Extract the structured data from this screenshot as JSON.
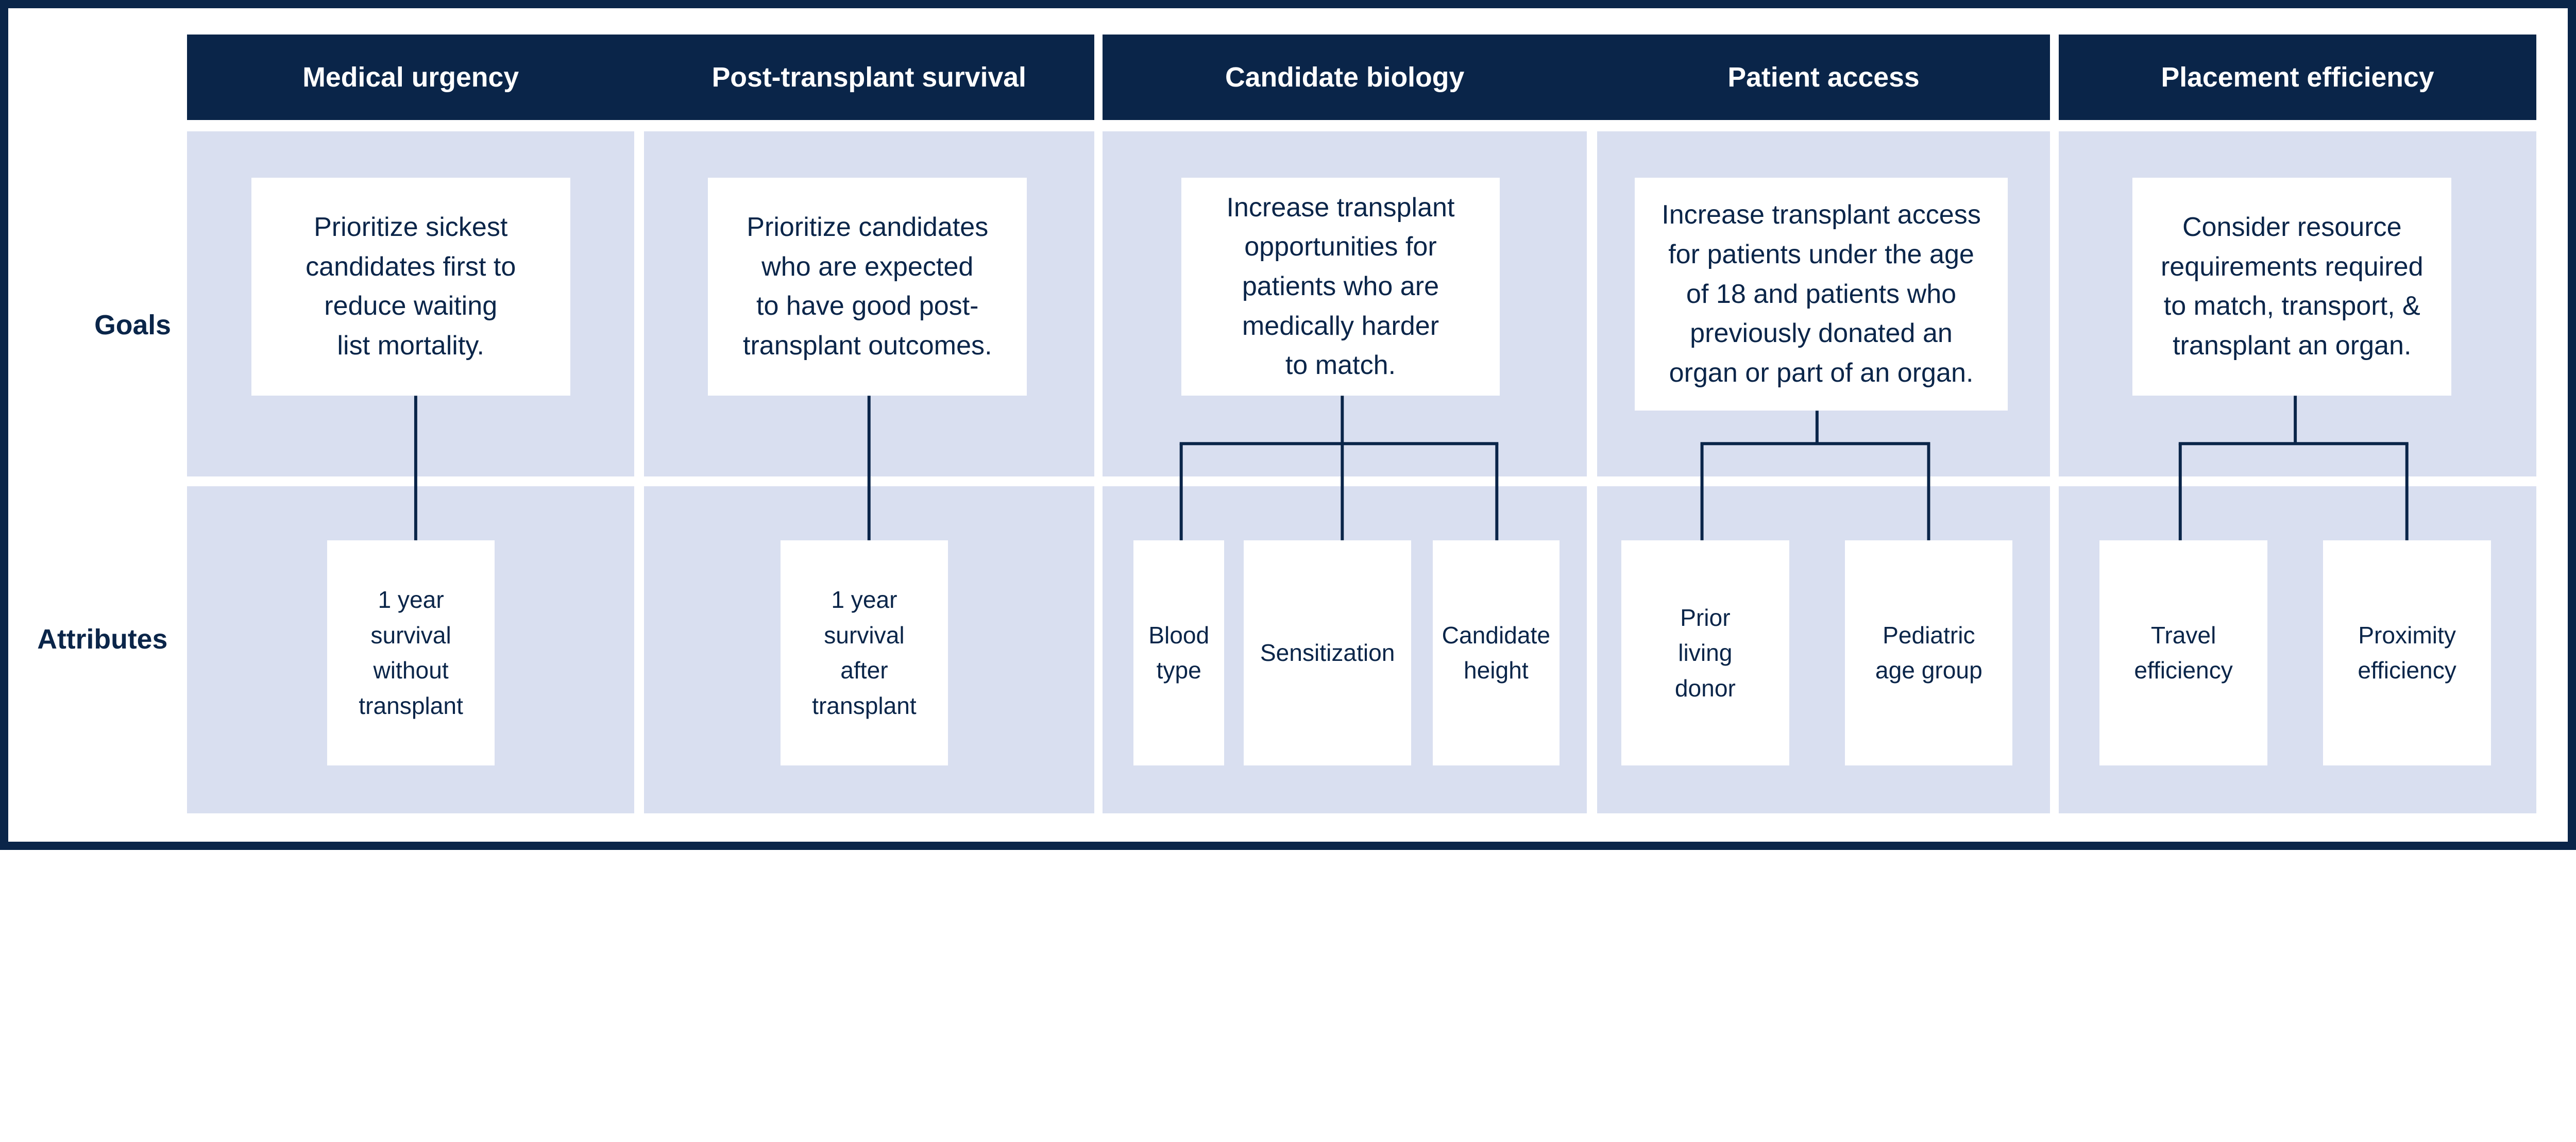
{
  "colors": {
    "primary": "#0a2549",
    "cell_background": "#d9dff0",
    "box_background": "#ffffff"
  },
  "row_labels": {
    "goals": "Goals",
    "attributes": "Attributes"
  },
  "columns": [
    {
      "header": "Medical urgency",
      "goal": "Prioritize sickest\ncandidates first to\nreduce waiting\nlist mortality.",
      "attributes": [
        "1 year\nsurvival\nwithout\ntransplant"
      ]
    },
    {
      "header": "Post-transplant survival",
      "goal": "Prioritize candidates\nwho are expected\nto have good post-\ntransplant outcomes.",
      "attributes": [
        "1 year\nsurvival\nafter\ntransplant"
      ]
    },
    {
      "header": "Candidate biology",
      "goal": "Increase transplant\nopportunities for\npatients who are\nmedically harder\nto match.",
      "attributes": [
        "Blood\ntype",
        "Sensitization",
        "Candidate\nheight"
      ]
    },
    {
      "header": "Patient access",
      "goal": "Increase transplant access\nfor patients under the age\nof 18 and patients who\npreviously donated an\norgan or part of an organ.",
      "attributes": [
        "Prior\nliving\ndonor",
        "Pediatric\nage group"
      ]
    },
    {
      "header": "Placement efficiency",
      "goal": "Consider resource\nrequirements required\nto match, transport, &\ntransplant an organ.",
      "attributes": [
        "Travel\nefficiency",
        "Proximity\nefficiency"
      ]
    }
  ]
}
